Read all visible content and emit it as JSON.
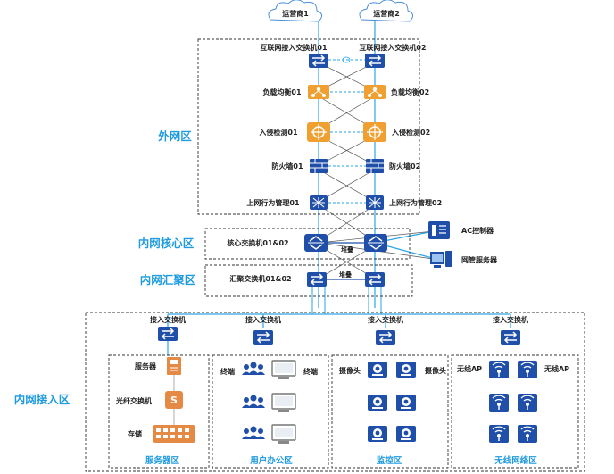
{
  "isps": [
    "运营商1",
    "运营商2"
  ],
  "devices": {
    "isp_switch_1": "互联网接入交换机01",
    "isp_switch_2": "互联网接入交换机02",
    "lb_1": "负载均衡01",
    "lb_2": "负载均衡02",
    "ips_1": "入侵检测01",
    "ips_2": "入侵检测02",
    "fw_1": "防火墙01",
    "fw_2": "防火墙02",
    "behavior_1": "上网行为管理01",
    "behavior_2": "上网行为管理02",
    "core": "核心交换机01&02",
    "agg": "汇聚交换机01&02",
    "ac": "AC控制器",
    "nms": "网管服务器"
  },
  "stack_label": "堆叠",
  "zones": {
    "outer": "外网区",
    "core": "内网核心区",
    "agg": "内网汇聚区",
    "access": "内网接入区"
  },
  "access_switch_label": "接入交换机",
  "server_area": {
    "server": "服务器",
    "fiber_switch": "光纤交换机",
    "storage": "存储",
    "caption": "服务器区"
  },
  "office_area": {
    "terminal_left": "终端",
    "terminal_right": "终端",
    "caption": "用户办公区"
  },
  "monitor_area": {
    "camera_left": "摄像头",
    "camera_right": "摄像头",
    "caption": "监控区"
  },
  "wireless_area": {
    "ap_left": "无线AP",
    "ap_right": "无线AP",
    "caption": "无线网络区"
  },
  "colors": {
    "zone_text": "#1f9be0",
    "device_blue": "#1f4fa8",
    "device_orange": "#f0a030",
    "link_blue": "#2aa6e6",
    "server_orange": "#e58a45"
  },
  "icons": [
    "cloud-icon",
    "switch-icon",
    "load-balancer-icon",
    "ids-icon",
    "firewall-icon",
    "core-switch-icon",
    "ac-controller-icon",
    "server-icon",
    "storage-icon",
    "terminal-icon",
    "camera-icon",
    "wireless-ap-icon"
  ]
}
